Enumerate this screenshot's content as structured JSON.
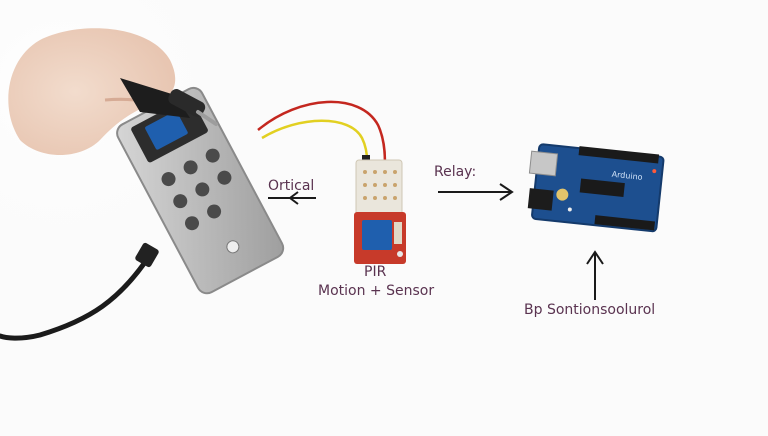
{
  "labels": {
    "optical": "Ortical",
    "pir_line1": "PIR",
    "pir_line2": "Motion + Sensor",
    "relay": "Relay:",
    "bottom": "Bp Sontionsoolurol"
  },
  "board_print": "Arduino",
  "colors": {
    "background": "#fbfbfb",
    "label_text": "#5a3350",
    "wire_red": "#c4271f",
    "wire_yellow": "#e2d021",
    "module_blue": "#1f5fae",
    "relay_board_red": "#c73a2a",
    "arduino_blue": "#1d4f8f",
    "panel_gray": "#b9b9b9",
    "arrow": "#1a1a1a"
  },
  "icons": [
    "hand-icon",
    "screwdriver-icon",
    "arrow-left-icon",
    "arrow-right-icon",
    "arrow-up-icon"
  ]
}
